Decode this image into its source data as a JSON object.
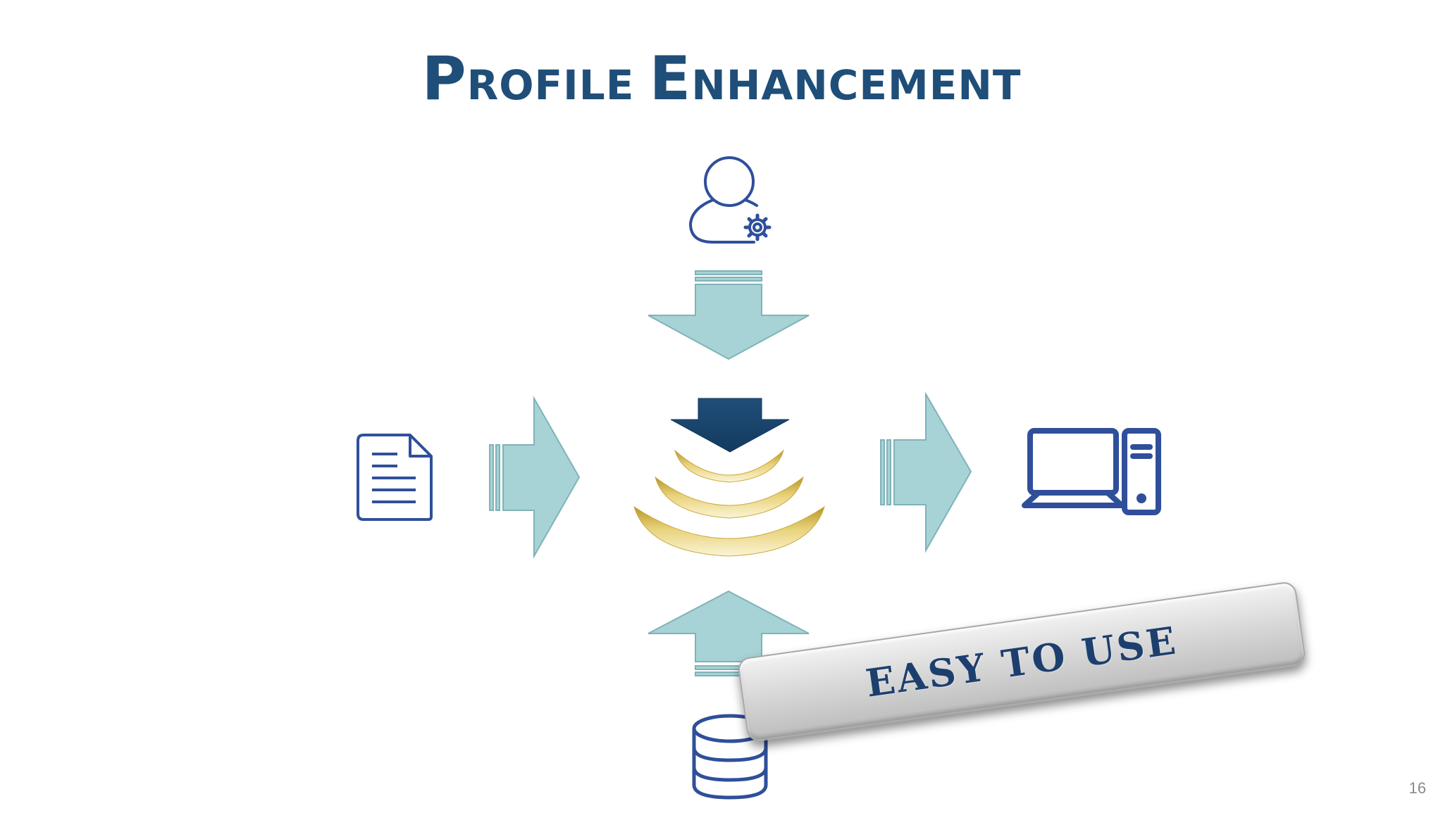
{
  "slide": {
    "title_parts": [
      {
        "cap": "P",
        "rest": "ROFILE "
      },
      {
        "cap": "E",
        "rest": "NHANCEMENT"
      }
    ],
    "stamp_text": "EASY TO USE",
    "page_number": "16"
  },
  "icons": {
    "top": "user-gear-icon",
    "left": "document-icon",
    "right": "computer-icon",
    "bottom": "database-icon",
    "center": "profile-enhancement-funnel-icon"
  },
  "colors": {
    "title": "#1f4e79",
    "arrow_fill": "#a7d3d6",
    "arrow_stroke": "#7fb3b8",
    "icon_blue": "#2f4f9a",
    "icon_dark_blue": "#1f4e79",
    "funnel_gold": "#d4b84a",
    "stamp_text": "#1d3f6e"
  }
}
